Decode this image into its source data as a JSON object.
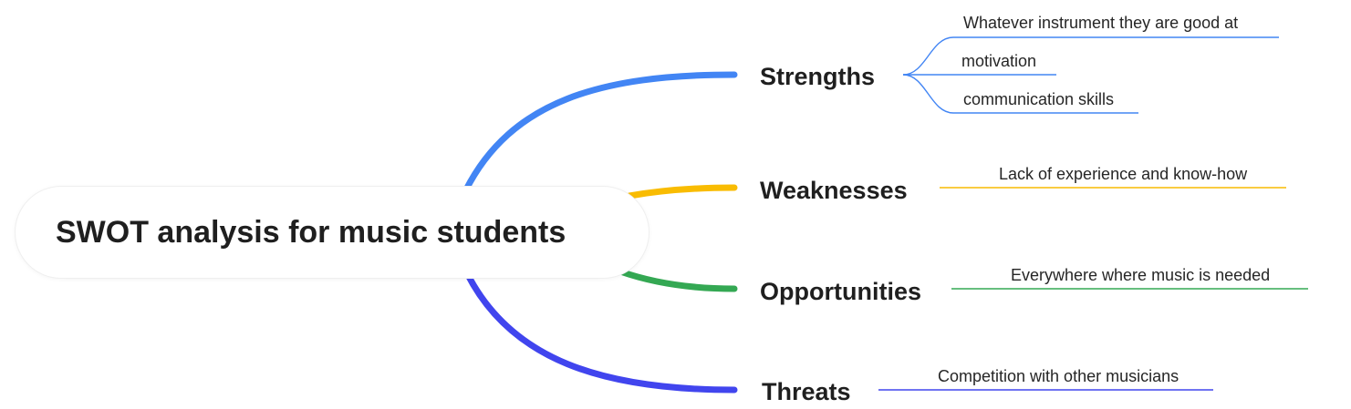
{
  "title": "SWOT analysis for music students",
  "colors": {
    "strengths": "#4285f4",
    "weaknesses": "#f9bc02",
    "opportunities": "#34a853",
    "threats": "#4145ee"
  },
  "branches": {
    "strengths": {
      "label": "Strengths",
      "items": [
        "Whatever instrument they are good at",
        "motivation",
        "communication skills"
      ]
    },
    "weaknesses": {
      "label": "Weaknesses",
      "items": [
        "Lack of experience and know-how"
      ]
    },
    "opportunities": {
      "label": "Opportunities",
      "items": [
        "Everywhere where music is needed"
      ]
    },
    "threats": {
      "label": "Threats",
      "items": [
        "Competition with other musicians"
      ]
    }
  }
}
